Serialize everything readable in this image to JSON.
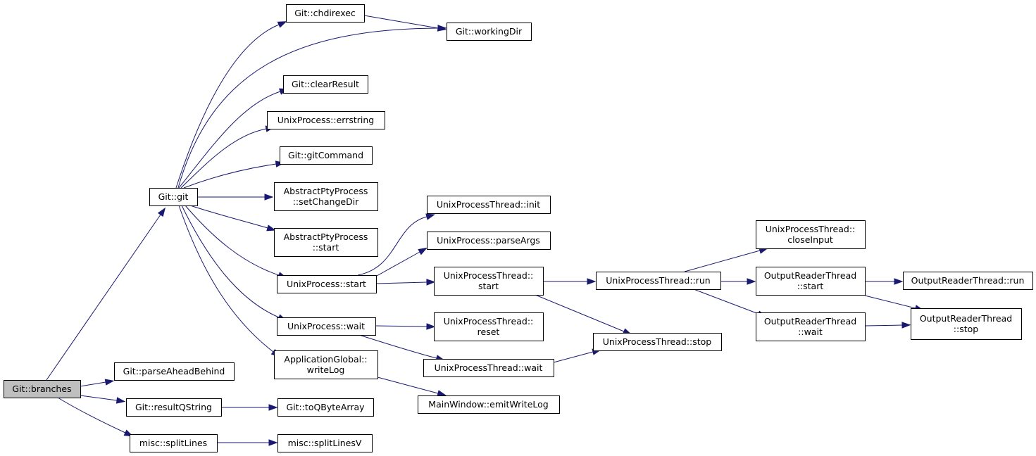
{
  "diagram": {
    "nodes": [
      {
        "id": "branches",
        "lines": [
          "Git::branches"
        ],
        "root": true
      },
      {
        "id": "git",
        "lines": [
          "Git::git"
        ]
      },
      {
        "id": "parseAheadBehind",
        "lines": [
          "Git::parseAheadBehind"
        ]
      },
      {
        "id": "resultQString",
        "lines": [
          "Git::resultQString"
        ]
      },
      {
        "id": "splitLines",
        "lines": [
          "misc::splitLines"
        ]
      },
      {
        "id": "chdirexec",
        "lines": [
          "Git::chdirexec"
        ]
      },
      {
        "id": "workingDir",
        "lines": [
          "Git::workingDir"
        ]
      },
      {
        "id": "clearResult",
        "lines": [
          "Git::clearResult"
        ]
      },
      {
        "id": "errstring",
        "lines": [
          "UnixProcess::errstring"
        ]
      },
      {
        "id": "gitCommand",
        "lines": [
          "Git::gitCommand"
        ]
      },
      {
        "id": "setChangeDir",
        "lines": [
          "AbstractPtyProcess",
          "::setChangeDir"
        ]
      },
      {
        "id": "aptStart",
        "lines": [
          "AbstractPtyProcess",
          "::start"
        ]
      },
      {
        "id": "upStart",
        "lines": [
          "UnixProcess::start"
        ]
      },
      {
        "id": "upWait",
        "lines": [
          "UnixProcess::wait"
        ]
      },
      {
        "id": "writeLog",
        "lines": [
          "ApplicationGlobal::",
          "writeLog"
        ]
      },
      {
        "id": "toQByteArray",
        "lines": [
          "Git::toQByteArray"
        ]
      },
      {
        "id": "splitLinesV",
        "lines": [
          "misc::splitLinesV"
        ]
      },
      {
        "id": "uptInit",
        "lines": [
          "UnixProcessThread::init"
        ]
      },
      {
        "id": "parseArgs",
        "lines": [
          "UnixProcess::parseArgs"
        ]
      },
      {
        "id": "uptStart",
        "lines": [
          "UnixProcessThread::",
          "start"
        ]
      },
      {
        "id": "uptReset",
        "lines": [
          "UnixProcessThread::",
          "reset"
        ]
      },
      {
        "id": "uptWait",
        "lines": [
          "UnixProcessThread::wait"
        ]
      },
      {
        "id": "emitWriteLog",
        "lines": [
          "MainWindow::emitWriteLog"
        ]
      },
      {
        "id": "uptRun",
        "lines": [
          "UnixProcessThread::run"
        ]
      },
      {
        "id": "uptStop",
        "lines": [
          "UnixProcessThread::stop"
        ]
      },
      {
        "id": "closeInput",
        "lines": [
          "UnixProcessThread::",
          "closeInput"
        ]
      },
      {
        "id": "ortStart",
        "lines": [
          "OutputReaderThread",
          "::start"
        ]
      },
      {
        "id": "ortWait",
        "lines": [
          "OutputReaderThread",
          "::wait"
        ]
      },
      {
        "id": "ortRun",
        "lines": [
          "OutputReaderThread::run"
        ]
      },
      {
        "id": "ortStop",
        "lines": [
          "OutputReaderThread",
          "::stop"
        ]
      }
    ],
    "edges": [
      {
        "from": "branches",
        "to": "git"
      },
      {
        "from": "branches",
        "to": "parseAheadBehind"
      },
      {
        "from": "branches",
        "to": "resultQString"
      },
      {
        "from": "branches",
        "to": "splitLines"
      },
      {
        "from": "git",
        "to": "chdirexec"
      },
      {
        "from": "git",
        "to": "workingDir"
      },
      {
        "from": "git",
        "to": "clearResult"
      },
      {
        "from": "git",
        "to": "errstring"
      },
      {
        "from": "git",
        "to": "gitCommand"
      },
      {
        "from": "git",
        "to": "setChangeDir"
      },
      {
        "from": "git",
        "to": "aptStart"
      },
      {
        "from": "git",
        "to": "upStart"
      },
      {
        "from": "git",
        "to": "upWait"
      },
      {
        "from": "git",
        "to": "writeLog"
      },
      {
        "from": "chdirexec",
        "to": "workingDir"
      },
      {
        "from": "resultQString",
        "to": "toQByteArray"
      },
      {
        "from": "splitLines",
        "to": "splitLinesV"
      },
      {
        "from": "upStart",
        "to": "uptInit"
      },
      {
        "from": "upStart",
        "to": "parseArgs"
      },
      {
        "from": "upStart",
        "to": "uptStart"
      },
      {
        "from": "upWait",
        "to": "uptReset"
      },
      {
        "from": "upWait",
        "to": "uptWait"
      },
      {
        "from": "writeLog",
        "to": "emitWriteLog"
      },
      {
        "from": "uptStart",
        "to": "uptRun"
      },
      {
        "from": "uptStart",
        "to": "uptStop"
      },
      {
        "from": "uptWait",
        "to": "uptStop"
      },
      {
        "from": "uptRun",
        "to": "closeInput"
      },
      {
        "from": "uptRun",
        "to": "ortStart"
      },
      {
        "from": "uptRun",
        "to": "ortWait"
      },
      {
        "from": "ortStart",
        "to": "ortRun"
      },
      {
        "from": "ortStart",
        "to": "ortStop"
      },
      {
        "from": "ortWait",
        "to": "ortStop"
      }
    ]
  }
}
